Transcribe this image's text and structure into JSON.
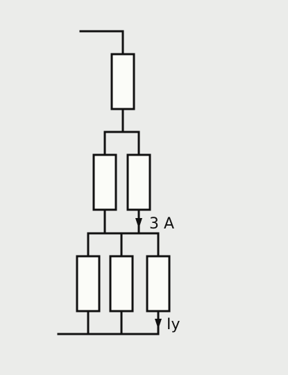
{
  "diagram": {
    "type": "resistor-network",
    "labels": {
      "known_current": "3 A",
      "unknown_current": "Iy"
    },
    "stages": [
      {
        "name": "top",
        "resistors": 1
      },
      {
        "name": "middle",
        "resistors": 2
      },
      {
        "name": "bottom",
        "resistors": 3
      }
    ],
    "colors": {
      "background": "#ebecea",
      "wire": "#111111",
      "resistor_fill": "#fbfcf8"
    }
  }
}
